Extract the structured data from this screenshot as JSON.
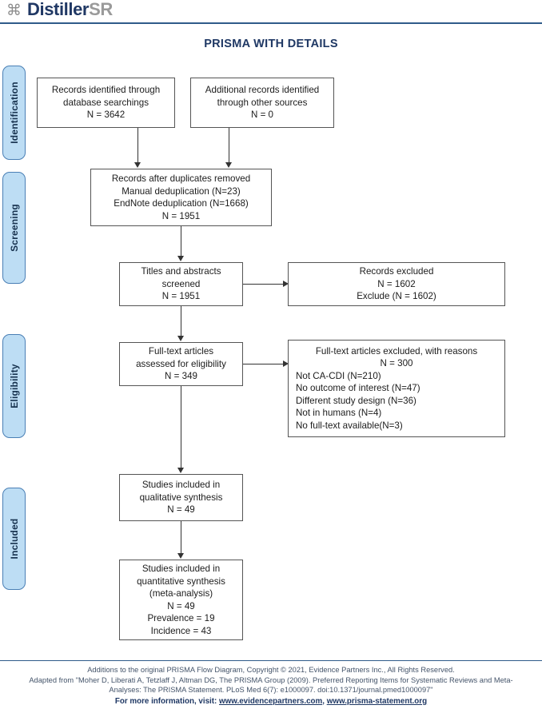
{
  "header": {
    "brand_mark_icon": "command-icon",
    "brand_primary": "Distiller",
    "brand_secondary": "SR"
  },
  "title": "PRISMA WITH DETAILS",
  "colors": {
    "brand_navy": "#203864",
    "title_navy": "#1f3864",
    "tab_fill": "#bdddf4",
    "tab_border": "#4a7fb5",
    "box_border": "#555555",
    "connector": "#333333",
    "footer_text": "#44546a"
  },
  "stages": [
    {
      "label": "Identification"
    },
    {
      "label": "Screening"
    },
    {
      "label": "Eligibility"
    },
    {
      "label": "Included"
    }
  ],
  "boxes": {
    "identified_database": [
      "Records identified through",
      "database searchings",
      "N = 3642"
    ],
    "identified_other": [
      "Additional records identified",
      "through other sources",
      "N = 0"
    ],
    "duplicates_removed": [
      "Records after duplicates removed",
      "Manual deduplication (N=23)",
      "EndNote deduplication (N=1668)",
      "N = 1951"
    ],
    "screened": [
      "Titles and abstracts",
      "screened",
      "N = 1951"
    ],
    "records_excluded": [
      "Records excluded",
      "N = 1602",
      "Exclude (N = 1602)"
    ],
    "fulltext_assessed": [
      "Full-text articles",
      "assessed for eligibility",
      "N = 349"
    ],
    "fulltext_excluded_header": [
      "Full-text articles excluded, with reasons",
      "N = 300"
    ],
    "fulltext_excluded_reasons": [
      "Not CA-CDI (N=210)",
      "No outcome of interest (N=47)",
      "Different study design (N=36)",
      "Not in humans (N=4)",
      "No full-text available(N=3)"
    ],
    "qualitative_synthesis": [
      "Studies included in",
      "qualitative synthesis",
      "N = 49"
    ],
    "quantitative_synthesis": [
      "Studies included in",
      "quantitative synthesis",
      "(meta-analysis)",
      "N = 49",
      "Prevalence = 19",
      "Incidence = 43"
    ]
  },
  "footer": {
    "line1": "Additions to the original PRISMA Flow Diagram, Copyright © 2021, Evidence Partners Inc., All Rights Reserved.",
    "line2": "Adapted from \"Moher D, Liberati A, Tetzlaff J, Altman DG, The PRISMA Group (2009). Preferred Reporting Items for Systematic Reviews and Meta-",
    "line3": "Analyses: The PRISMA Statement. PLoS Med 6(7): e1000097. doi:10.1371/journal.pmed1000097\"",
    "cta": "For more information, visit:",
    "link1": "www.evidencepartners.com",
    "separator": ",",
    "link2": "www.prisma-statement.org"
  }
}
